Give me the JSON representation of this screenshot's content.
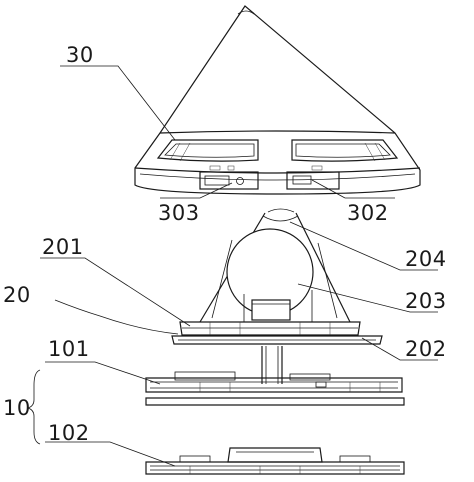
{
  "labels": {
    "l30": "30",
    "l303": "303",
    "l302": "302",
    "l201": "201",
    "l204": "204",
    "l20": "20",
    "l203": "203",
    "l101": "101",
    "l202": "202",
    "l10": "10",
    "l102": "102"
  }
}
